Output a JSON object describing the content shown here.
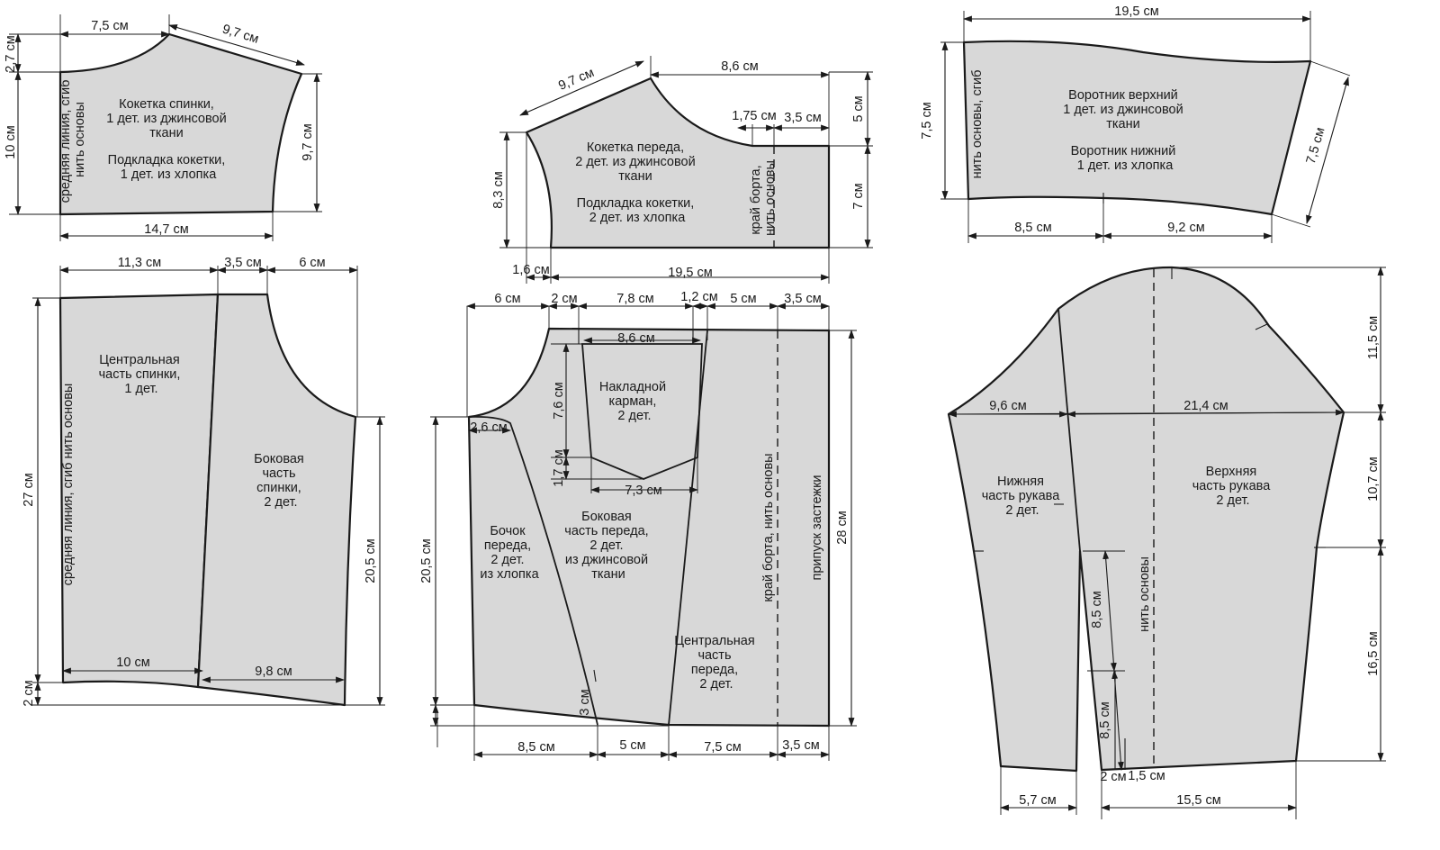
{
  "pieces": {
    "back_yoke": {
      "label": [
        "Кокетка спинки,",
        "1 дет. из джинсовой",
        "ткани",
        "",
        "Подкладка кокетки,",
        "1 дет. из хлопка"
      ],
      "fold": [
        "средняя линия, сгиб",
        "нить основы"
      ],
      "dims": {
        "top": "7,5 см",
        "shoulder": "9,7 см",
        "armhole": "9,7 см",
        "neck_drop": "2,7 см",
        "height": "10 см",
        "bottom": "14,7 см"
      }
    },
    "front_yoke": {
      "label": [
        "Кокетка переда,",
        "2 дет. из джинсовой",
        "ткани",
        "",
        "Подкладка кокетки,",
        "2 дет. из хлопка"
      ],
      "edge": [
        "край борта,",
        "нить основы"
      ],
      "dims": {
        "shoulder": "9,7 см",
        "top": "8,6 см",
        "facing": "1,75 см",
        "placket": "3,5 см",
        "upper_h": "5 см",
        "lower_h": "7 см",
        "armhole_h": "8,3 см",
        "offset": "1,6 см",
        "bottom": "19,5 см"
      }
    },
    "collar": {
      "label": [
        "Воротник верхний",
        "1 дет. из джинсовой",
        "ткани",
        "",
        "Воротник нижний",
        "1 дет. из хлопка"
      ],
      "fold": "нить основы, сгиб",
      "dims": {
        "top": "19,5 см",
        "height": "7,5 см",
        "end": "7,5 см",
        "bottom_left": "8,5 см",
        "bottom_right": "9,2 см"
      }
    },
    "back": {
      "center_label": [
        "Центральная",
        "часть спинки,",
        "1 дет."
      ],
      "side_label": [
        "Боковая",
        "часть",
        "спинки,",
        "2 дет."
      ],
      "fold": "средняя линия, сгиб нить основы",
      "dims": {
        "top_center": "11,3 см",
        "top_gap": "3,5 см",
        "top_side": "6 см",
        "height": "27 см",
        "hem_drop": "2 см",
        "side_height": "20,5 см",
        "bottom_center": "10 см",
        "bottom_side": "9,8 см"
      }
    },
    "front": {
      "pocket_label": [
        "Накладной",
        "карман,",
        "2 дет."
      ],
      "bochok_label": [
        "Бочок",
        "переда,",
        "2 дет.",
        "из хлопка"
      ],
      "side_label": [
        "Боковая",
        "часть переда,",
        "2 дет.",
        "из джинсовой",
        "ткани"
      ],
      "center_label": [
        "Центральная",
        "часть",
        "переда,",
        "2 дет."
      ],
      "edge": "край борта, нить основы",
      "placket": "припуск застежки",
      "dims": {
        "t1": "6 см",
        "t2": "2 см",
        "t3": "7,8 см",
        "t4": "1,2 см",
        "t5": "5 см",
        "t6": "3,5 см",
        "pocket_w": "8,6 см",
        "pocket_h": "7,6 см",
        "pocket_pt": "1,7 см",
        "pocket_bw": "7,3 см",
        "bochok_w": "2,6 см",
        "side_height": "20,5 см",
        "height": "28 см",
        "dart": "3 см",
        "b1": "8,5 см",
        "b2": "5 см",
        "b3": "7,5 см",
        "b4": "3,5 см"
      }
    },
    "sleeve": {
      "under_label": [
        "Нижняя",
        "часть рукава",
        "2 дет."
      ],
      "upper_label": [
        "Верхняя",
        "часть рукава",
        "2 дет."
      ],
      "grain": "нить основы",
      "dims": {
        "w_left": "9,6 см",
        "w_right": "21,4 см",
        "cap": "11,5 см",
        "mid": "10,7 см",
        "lower": "16,5 см",
        "vent1": "8,5 см",
        "vent2": "8,5 см",
        "v_gap1": "2 см",
        "v_gap2": "1,5 см",
        "bottom_left": "5,7 см",
        "bottom_right": "15,5 см"
      }
    }
  }
}
